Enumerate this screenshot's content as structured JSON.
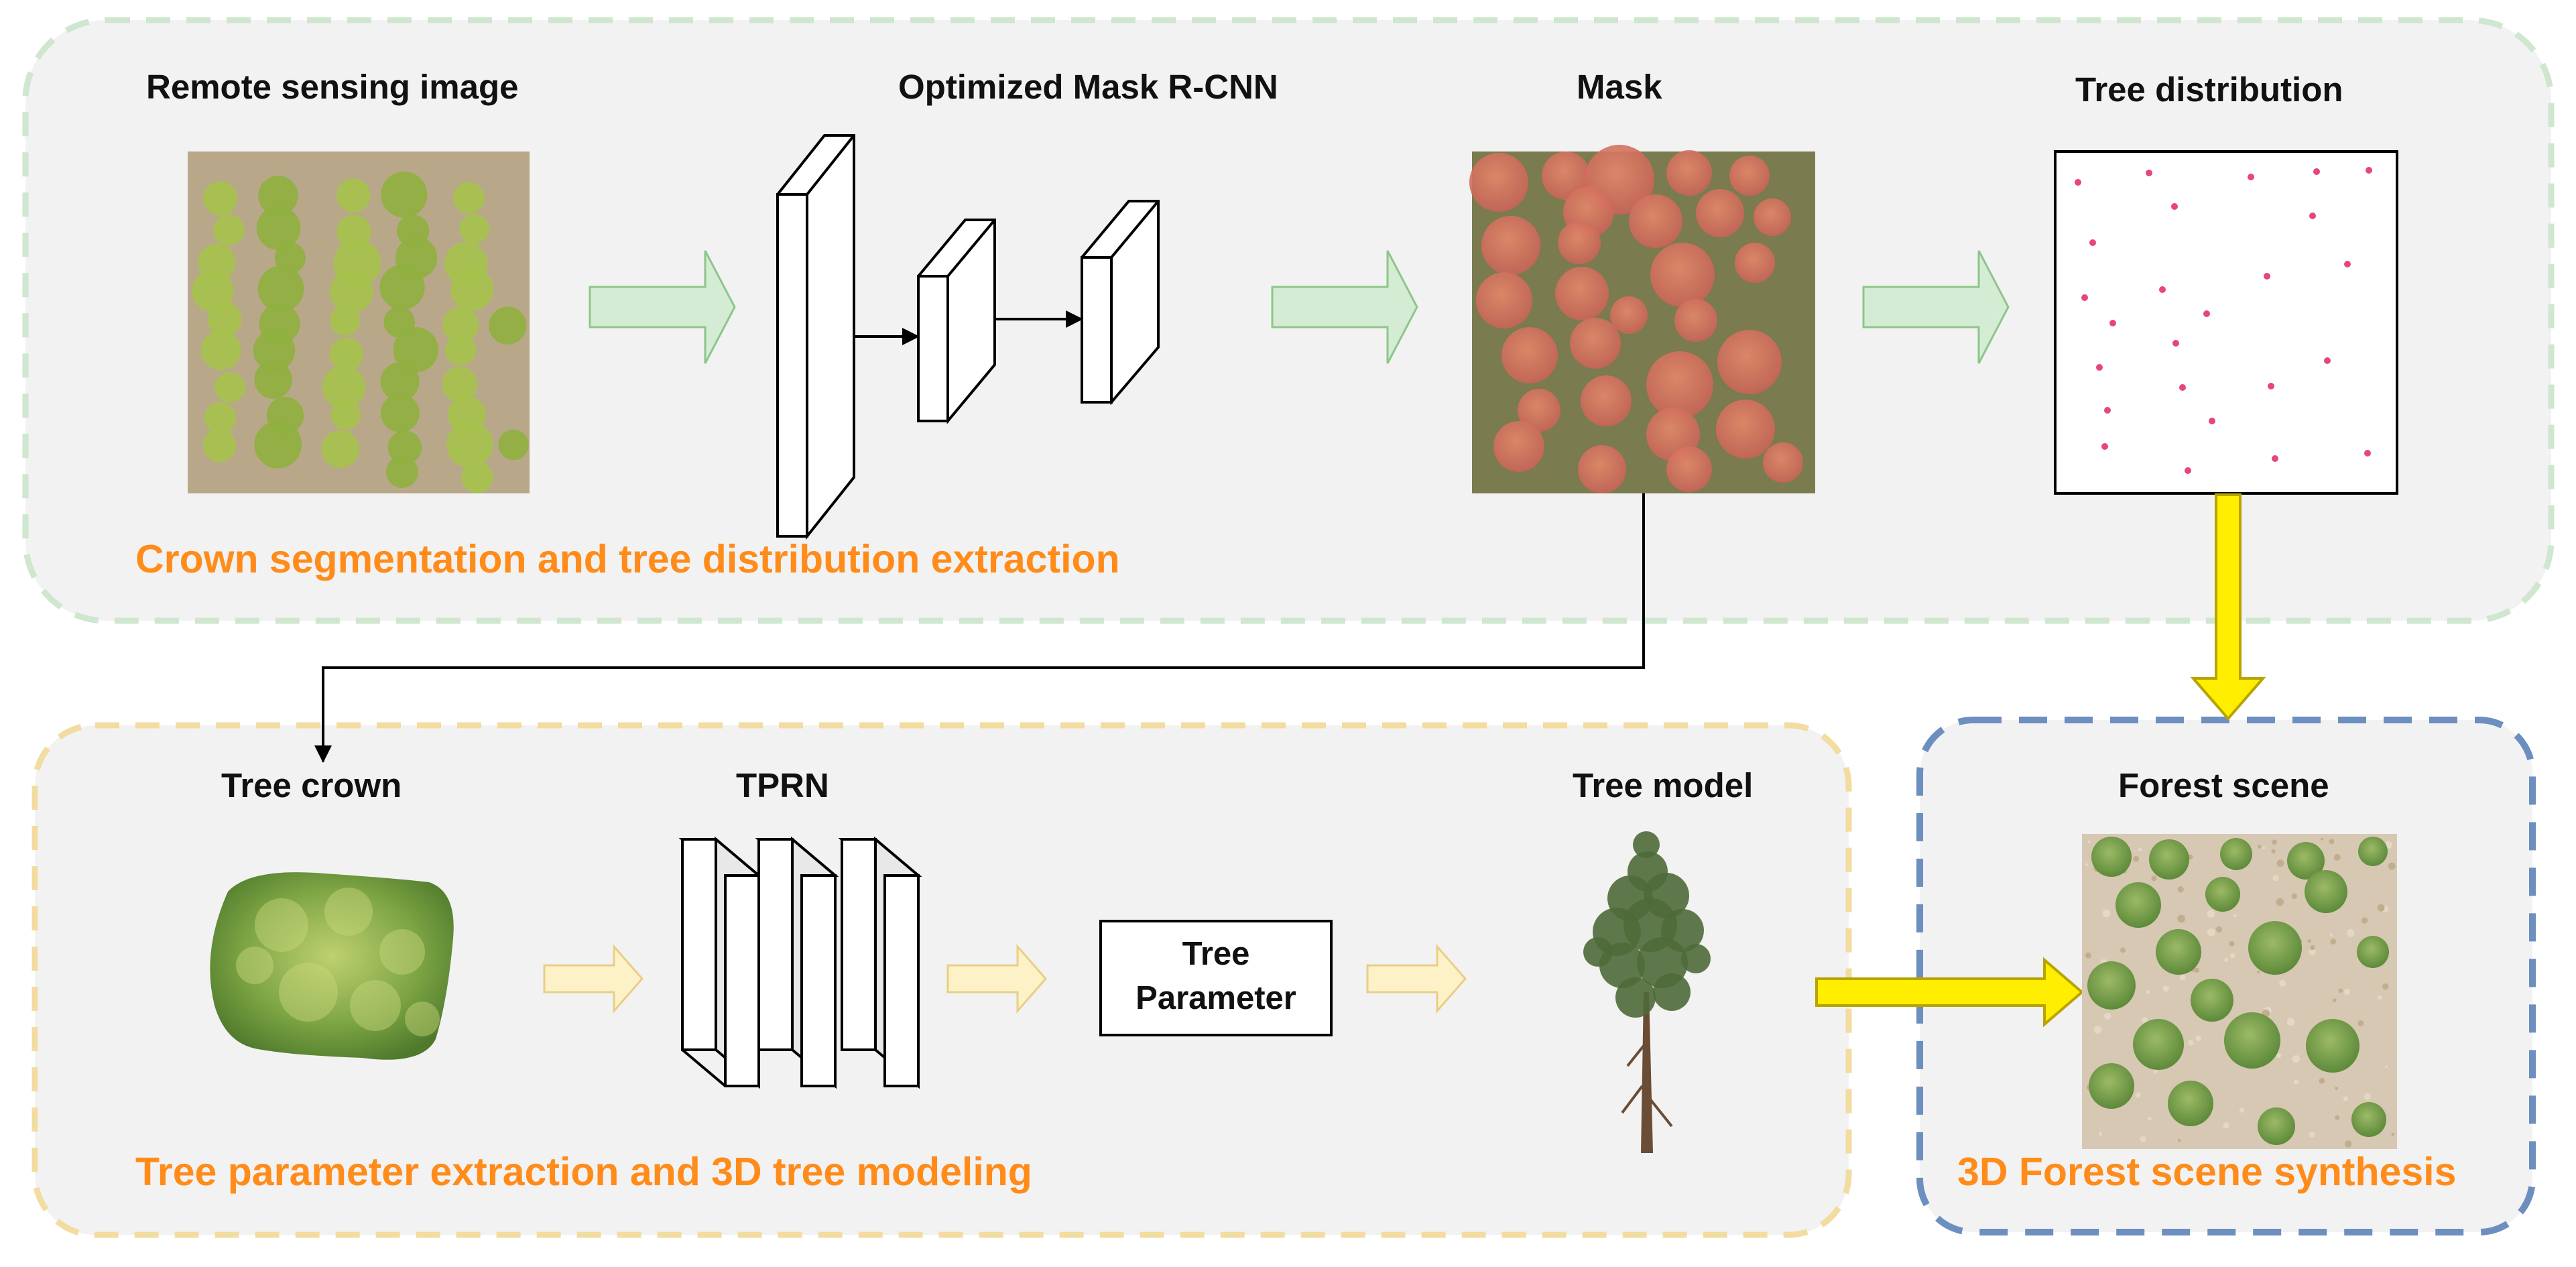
{
  "panels": {
    "segmentation": {
      "title": "Crown segmentation and tree distribution extraction"
    },
    "modeling": {
      "title": "Tree parameter extraction and 3D tree modeling"
    },
    "synthesis": {
      "title": "3D Forest scene synthesis"
    }
  },
  "labels": {
    "remote_sensing": "Remote sensing image",
    "mask_rcnn": "Optimized Mask R-CNN",
    "mask": "Mask",
    "tree_distribution": "Tree distribution",
    "tree_crown": "Tree crown",
    "tprn": "TPRN",
    "tree_model": "Tree model",
    "forest_scene": "Forest scene"
  },
  "tree_parameter": {
    "line1": "Tree",
    "line2": "Parameter"
  },
  "colors": {
    "panel_bg": "#f2f2f2",
    "green_dash": "#cfe6cf",
    "yellow_dash": "#f2dca0",
    "blue_dash": "#6c8fbf",
    "title_orange": "#ff8c1a",
    "green_arrow_fill": "#d5ecd4",
    "green_arrow_stroke": "#8dc68a",
    "yellow_arrow_fill": "#fdf1c8",
    "yellow_arrow_stroke": "#e8cf85",
    "yellow_big_arrow": "#ffee00",
    "dot_color": "#e8457b"
  },
  "icons": [
    "remote-sensing-image",
    "mask-image",
    "tree-crown-image",
    "tree-model-image",
    "forest-scene-image",
    "tree-distribution-dots"
  ]
}
